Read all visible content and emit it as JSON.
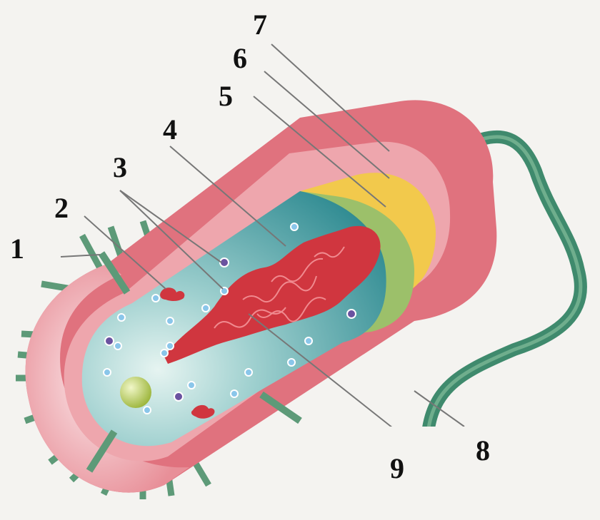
{
  "labels": {
    "l1": "1",
    "l2": "2",
    "l3": "3",
    "l4": "4",
    "l5": "5",
    "l6": "6",
    "l7": "7",
    "l8": "8",
    "l9": "9"
  },
  "colors": {
    "capsule": "#e0727e",
    "cell_wall": "#eea6ad",
    "membrane_yellow": "#f2c94c",
    "membrane_green": "#9cc06a",
    "cytoplasm": "#3e9aa0",
    "nucleoid": "#d0363f",
    "flagellum": "#3f8a6d",
    "pili": "#5d9a78",
    "ribosome": "#8ac6ea",
    "granule": "#6a52a0",
    "leader_line": "#777777"
  }
}
